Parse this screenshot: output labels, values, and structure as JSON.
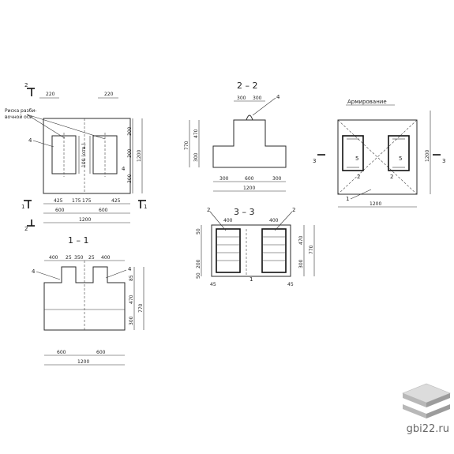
{
  "plan": {
    "section_mark": "2",
    "mark_1": "1",
    "dim_220_left": "220",
    "dim_220_right": "220",
    "callout": [
      "Риска разби-",
      "вочной оси"
    ],
    "label_4": "4",
    "label_4b": "4",
    "vert_note": "100 (отв.)",
    "dims_right": [
      "300",
      "300",
      "300",
      "1200"
    ],
    "dims_bottom": [
      "425",
      "175",
      "175",
      "425"
    ],
    "dims_bottom2": [
      "600",
      "600"
    ],
    "dim_total": "1200"
  },
  "section_22": {
    "title": "2 – 2",
    "dims_top": [
      "300",
      "300"
    ],
    "label_4": "4",
    "dims_left": [
      "770",
      "470",
      "300"
    ],
    "dims_bottom": [
      "300",
      "600",
      "300"
    ],
    "dim_total": "1200"
  },
  "reinforcement": {
    "title": "Армирование",
    "mark_3": "3",
    "labels_5": [
      "5",
      "5"
    ],
    "labels_2": [
      "2",
      "2"
    ],
    "label_1": "1",
    "dim_right": "1200",
    "dim_bottom": "1200"
  },
  "section_33": {
    "title": "3 – 3",
    "labels_2": [
      "2",
      "2"
    ],
    "dims_top": [
      "400",
      "400"
    ],
    "dims_left": [
      "50",
      "200",
      "50"
    ],
    "dims_right": [
      "470",
      "300",
      "770"
    ],
    "dims_bottom": [
      "45",
      "45"
    ],
    "label_1": "1"
  },
  "section_11": {
    "title": "1 – 1",
    "dims_top": [
      "400",
      "25",
      "350",
      "25",
      "400"
    ],
    "labels_4": [
      "4",
      "4"
    ],
    "dims_right": [
      "85",
      "470",
      "300",
      "770"
    ],
    "dims_bottom": [
      "600",
      "600"
    ],
    "dim_total": "1200"
  },
  "watermark": {
    "site": "gbi22.ru"
  }
}
